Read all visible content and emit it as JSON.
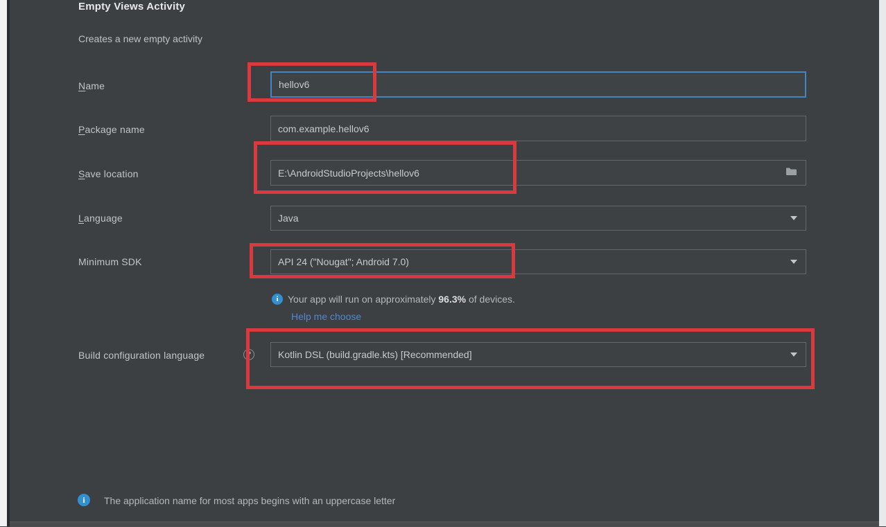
{
  "window": {
    "title": "Empty Views Activity",
    "subtitle": "Creates a new empty activity"
  },
  "fields": {
    "name": {
      "label_head": "N",
      "label_tail": "ame",
      "value": "hellov6"
    },
    "package_name": {
      "label_head": "P",
      "label_tail": "ackage name",
      "value": "com.example.hellov6"
    },
    "save_location": {
      "label_head": "S",
      "label_tail": "ave location",
      "value": "E:\\AndroidStudioProjects\\hellov6"
    },
    "language": {
      "label_head": "L",
      "label_tail": "anguage",
      "value": "Java"
    },
    "minimum_sdk": {
      "label": "Minimum SDK",
      "value": "API 24 (\"Nougat\"; Android 7.0)"
    },
    "build_config": {
      "label": "Build configuration language",
      "value": "Kotlin DSL (build.gradle.kts) [Recommended]"
    }
  },
  "sdk_notice": {
    "before": "Your app will run on approximately ",
    "percent": "96.3%",
    "after": " of devices.",
    "link": "Help me choose"
  },
  "footer_notice": "The application name for most apps begins with an uppercase letter",
  "icons": {
    "info_glyph": "i",
    "help_glyph": "?"
  },
  "colors": {
    "annotation_red": "#d93a40",
    "focus_border_blue": "#4486c2",
    "link_blue": "#5186d1",
    "info_icon_blue": "#3390d0",
    "panel_background": "#3d4043"
  }
}
